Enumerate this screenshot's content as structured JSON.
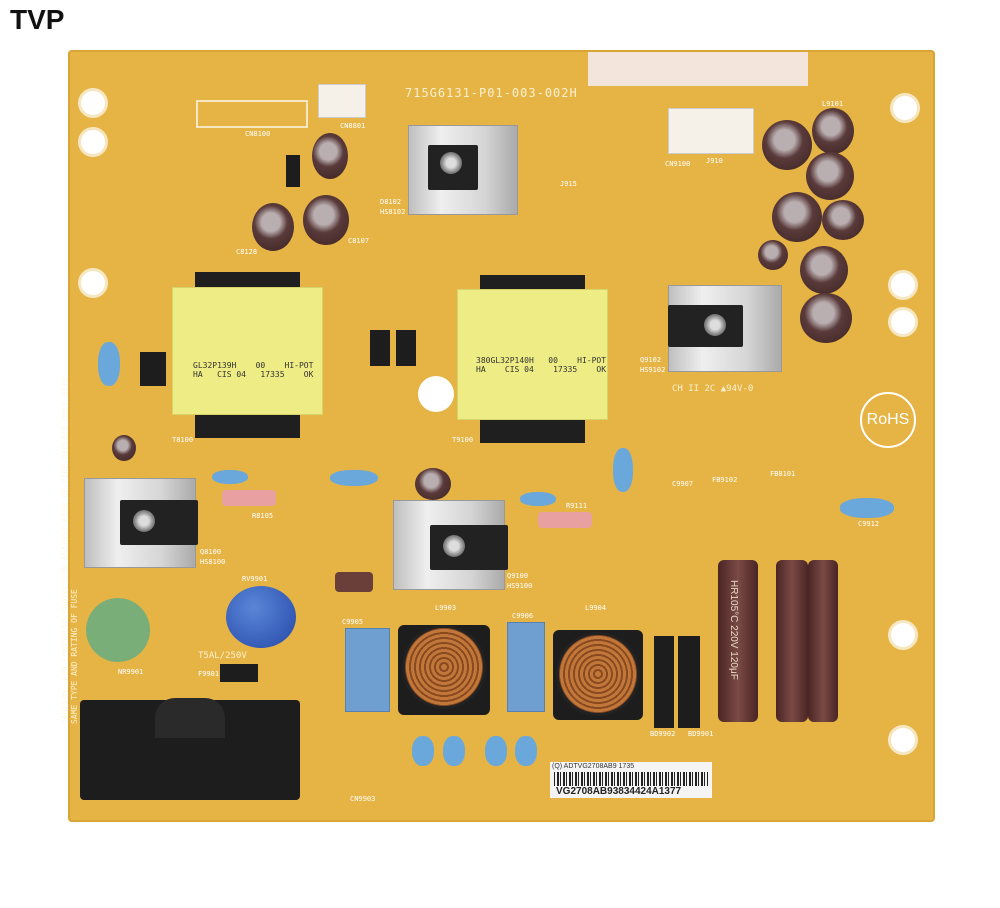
{
  "brand": "TVP",
  "board": {
    "part_number": "715G6131-P01-003-002H",
    "rohs": "RoHS",
    "transformer_left": {
      "line1": "GL32P139H    00    HI-POT",
      "line2": "HA   CIS 04   17335    OK"
    },
    "transformer_right": {
      "line1": "380GL32P140H   00    HI-POT",
      "line2": "HA    CIS 04    17335    OK"
    },
    "barcode": {
      "top": "(Q) ADTVG2708AB9 1735",
      "bottom": "VG2708AB93834424A1377"
    },
    "silk_labels": [
      "CN8100",
      "CN8801",
      "J915",
      "J910",
      "CN9100",
      "L9101",
      "C8107",
      "C8128",
      "T8100",
      "T9100",
      "Q8100",
      "HS8100",
      "Q9100",
      "HS9100",
      "Q9102",
      "HS9102",
      "D8102",
      "HS8102",
      "RV9901",
      "NR9901",
      "F9901",
      "T5AL/250V",
      "L9903",
      "L9904",
      "C9905",
      "C9906",
      "BD9902",
      "BD9901",
      "CN9903",
      "R8105",
      "R9111",
      "FB8101",
      "FB9102",
      "C9907",
      "C9912"
    ],
    "caution": "CAUTION: FOR CONTINUED PROTECTION AGAINST RISK OF FIRE REPLACE ONLY WITH SAME TYPE AND RATING OF FUSE",
    "cap_rating": "HR105°C 220V 120μF",
    "ul_mark": "CH II 2C ▲94V-0"
  }
}
